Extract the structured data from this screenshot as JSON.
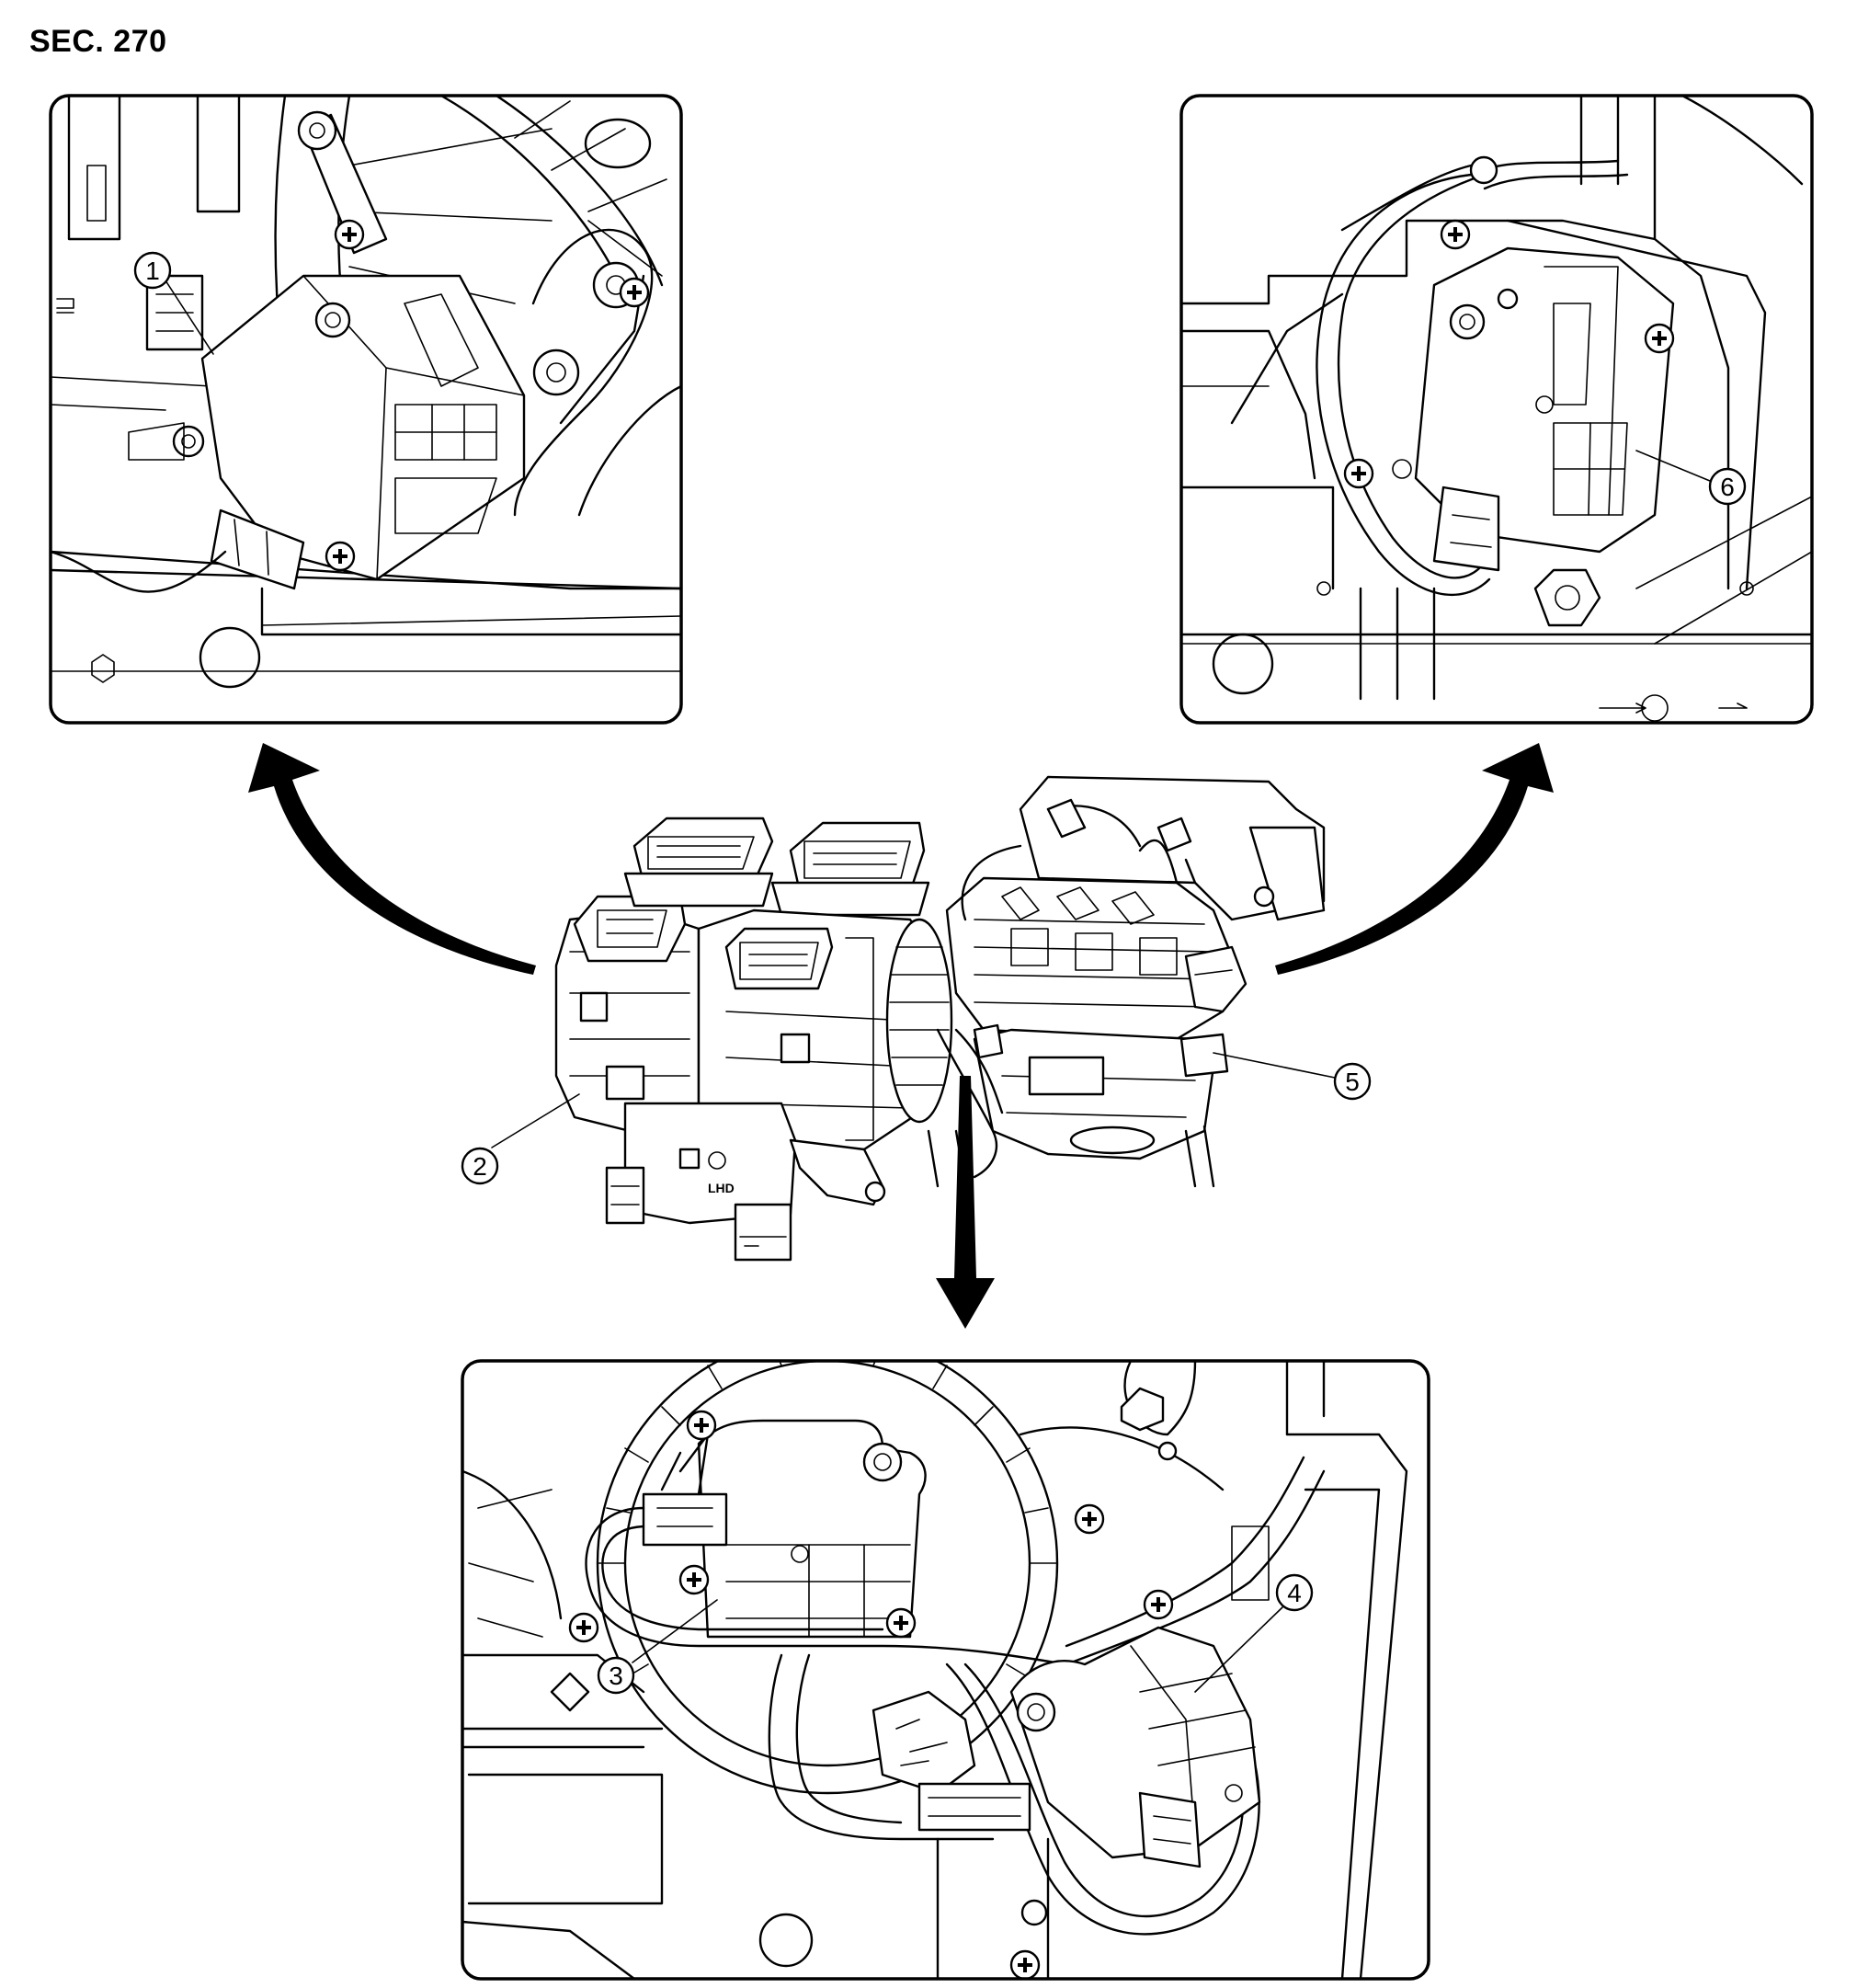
{
  "section": {
    "title": "SEC. 270"
  },
  "center_unit": {
    "marking": "LHD"
  },
  "callouts": [
    {
      "number": "1"
    },
    {
      "number": "2"
    },
    {
      "number": "3"
    },
    {
      "number": "4"
    },
    {
      "number": "5"
    },
    {
      "number": "6"
    }
  ],
  "colors": {
    "line": "#000000",
    "background": "#ffffff",
    "arrow_fill": "#000000"
  }
}
